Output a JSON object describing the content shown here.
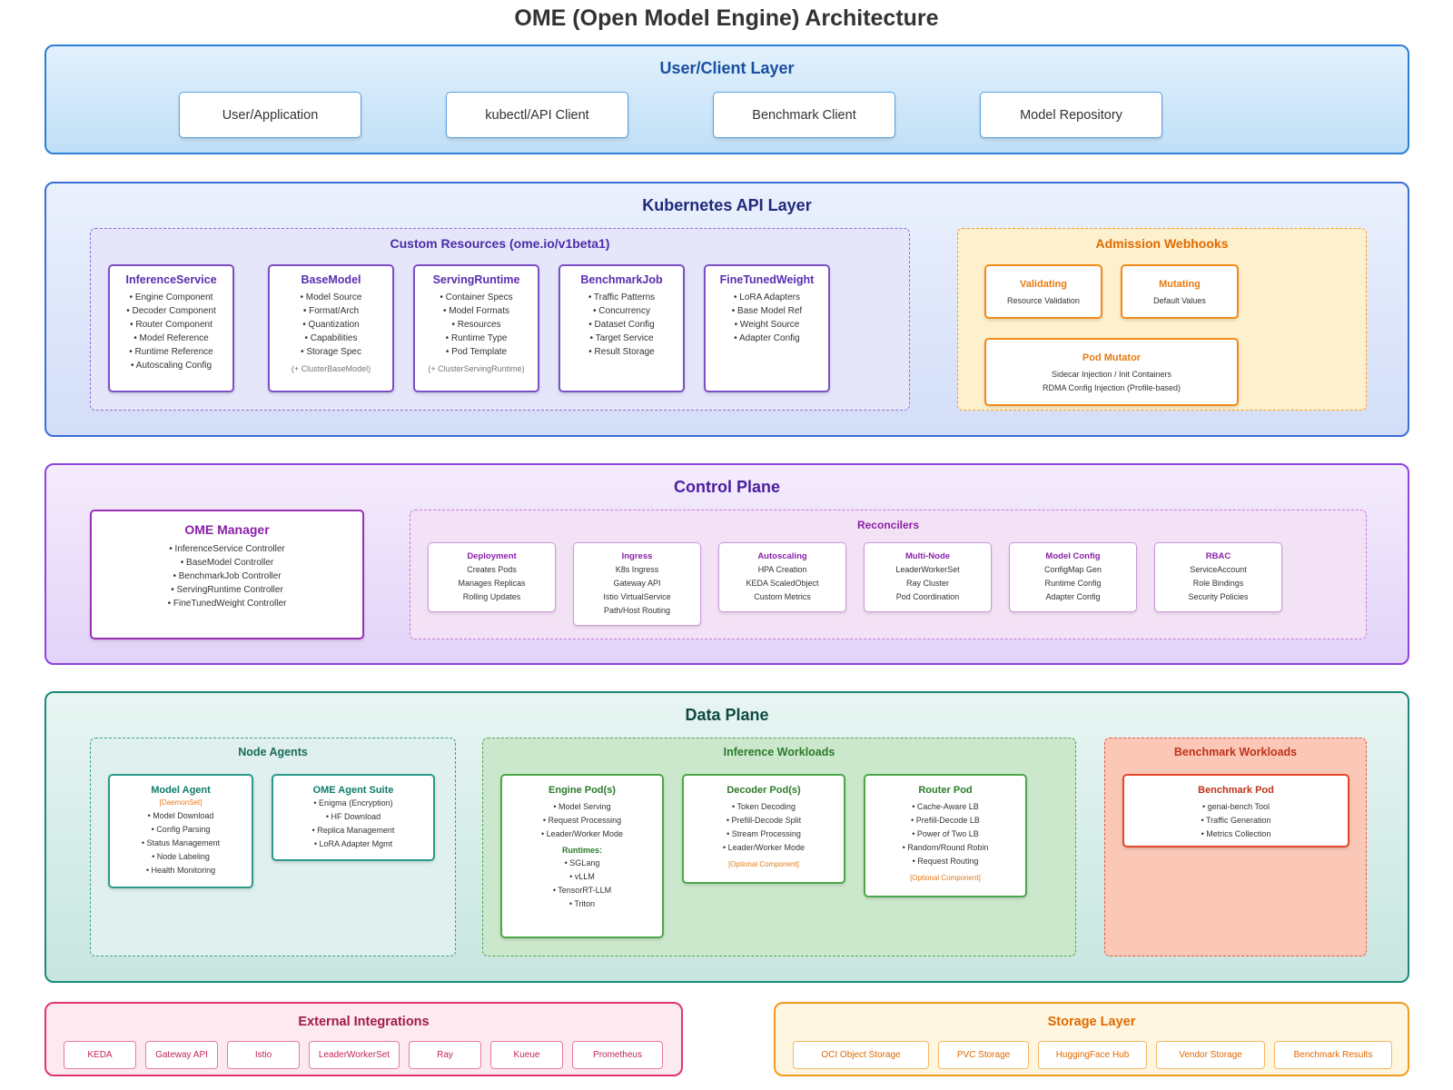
{
  "title": "OME (Open Model Engine) Architecture",
  "user_layer": {
    "title": "User/Client Layer",
    "clients": [
      "User/Application",
      "kubectl/API Client",
      "Benchmark Client",
      "Model Repository"
    ]
  },
  "k8s_layer": {
    "title": "Kubernetes API Layer",
    "custom_resources": {
      "title": "Custom Resources (ome.io/v1beta1)",
      "items": [
        {
          "name": "InferenceService",
          "lines": [
            "• Engine Component",
            "• Decoder Component",
            "• Router Component",
            "• Model Reference",
            "• Runtime Reference",
            "• Autoscaling Config"
          ],
          "note": ""
        },
        {
          "name": "BaseModel",
          "lines": [
            "• Model Source",
            "• Format/Arch",
            "• Quantization",
            "• Capabilities",
            "• Storage Spec"
          ],
          "note": "(+ ClusterBaseModel)"
        },
        {
          "name": "ServingRuntime",
          "lines": [
            "• Container Specs",
            "• Model Formats",
            "• Resources",
            "• Runtime Type",
            "• Pod Template"
          ],
          "note": "(+ ClusterServingRuntime)"
        },
        {
          "name": "BenchmarkJob",
          "lines": [
            "• Traffic Patterns",
            "• Concurrency",
            "• Dataset Config",
            "• Target Service",
            "• Result Storage"
          ],
          "note": ""
        },
        {
          "name": "FineTunedWeight",
          "lines": [
            "• LoRA Adapters",
            "• Base Model Ref",
            "• Weight Source",
            "• Adapter Config"
          ],
          "note": ""
        }
      ]
    },
    "webhooks": {
      "title": "Admission Webhooks",
      "validating": {
        "name": "Validating",
        "desc": "Resource Validation"
      },
      "mutating": {
        "name": "Mutating",
        "desc": "Default Values"
      },
      "pod_mutator": {
        "name": "Pod Mutator",
        "lines": [
          "Sidecar Injection / Init Containers",
          "RDMA Config Injection (Profile-based)"
        ]
      }
    }
  },
  "control_plane": {
    "title": "Control Plane",
    "manager": {
      "name": "OME Manager",
      "lines": [
        "• InferenceService Controller",
        "• BaseModel Controller",
        "• BenchmarkJob Controller",
        "• ServingRuntime Controller",
        "• FineTunedWeight Controller"
      ]
    },
    "reconcilers": {
      "title": "Reconcilers",
      "items": [
        {
          "name": "Deployment",
          "lines": [
            "Creates Pods",
            "Manages Replicas",
            "Rolling Updates"
          ]
        },
        {
          "name": "Ingress",
          "lines": [
            "K8s Ingress",
            "Gateway API",
            "Istio VirtualService",
            "Path/Host Routing"
          ]
        },
        {
          "name": "Autoscaling",
          "lines": [
            "HPA Creation",
            "KEDA ScaledObject",
            "Custom Metrics"
          ]
        },
        {
          "name": "Multi-Node",
          "lines": [
            "LeaderWorkerSet",
            "Ray Cluster",
            "Pod Coordination"
          ]
        },
        {
          "name": "Model Config",
          "lines": [
            "ConfigMap Gen",
            "Runtime Config",
            "Adapter Config"
          ]
        },
        {
          "name": "RBAC",
          "lines": [
            "ServiceAccount",
            "Role Bindings",
            "Security Policies"
          ]
        }
      ]
    }
  },
  "data_plane": {
    "title": "Data Plane",
    "node_agents": {
      "title": "Node Agents",
      "model_agent": {
        "name": "Model Agent",
        "tag": "[DaemonSet]",
        "lines": [
          "• Model Download",
          "• Config Parsing",
          "• Status Management",
          "• Node Labeling",
          "• Health Monitoring"
        ]
      },
      "agent_suite": {
        "name": "OME Agent Suite",
        "lines": [
          "• Enigma (Encryption)",
          "• HF Download",
          "• Replica Management",
          "• LoRA Adapter Mgmt"
        ]
      }
    },
    "inference_workloads": {
      "title": "Inference Workloads",
      "engine": {
        "name": "Engine Pod(s)",
        "lines": [
          "• Model Serving",
          "• Request Processing",
          "• Leader/Worker Mode"
        ],
        "runtimes_label": "Runtimes:",
        "runtimes": [
          "• SGLang",
          "• vLLM",
          "• TensorRT-LLM",
          "• Triton"
        ]
      },
      "decoder": {
        "name": "Decoder Pod(s)",
        "lines": [
          "• Token Decoding",
          "• Prefill-Decode Split",
          "• Stream Processing",
          "• Leader/Worker Mode"
        ],
        "optional": "[Optional Component]"
      },
      "router": {
        "name": "Router Pod",
        "lines": [
          "• Cache-Aware LB",
          "• Prefill-Decode LB",
          "• Power of Two LB",
          "• Random/Round Robin",
          "• Request Routing"
        ],
        "optional": "[Optional Component]"
      }
    },
    "benchmark_workloads": {
      "title": "Benchmark Workloads",
      "pod": {
        "name": "Benchmark Pod",
        "lines": [
          "• genai-bench Tool",
          "• Traffic Generation",
          "• Metrics Collection"
        ]
      }
    }
  },
  "external": {
    "title": "External Integrations",
    "items": [
      "KEDA",
      "Gateway API",
      "Istio",
      "LeaderWorkerSet",
      "Ray",
      "Kueue",
      "Prometheus"
    ]
  },
  "storage": {
    "title": "Storage Layer",
    "items": [
      "OCI Object Storage",
      "PVC Storage",
      "HuggingFace Hub",
      "Vendor Storage",
      "Benchmark Results"
    ]
  },
  "colors": {
    "user": "#2a7fd6",
    "k8s": "#3a6fd6",
    "control": "#8e44e0",
    "data": "#1a8a7a",
    "external": "#e0356a",
    "storage": "#f59a20"
  }
}
